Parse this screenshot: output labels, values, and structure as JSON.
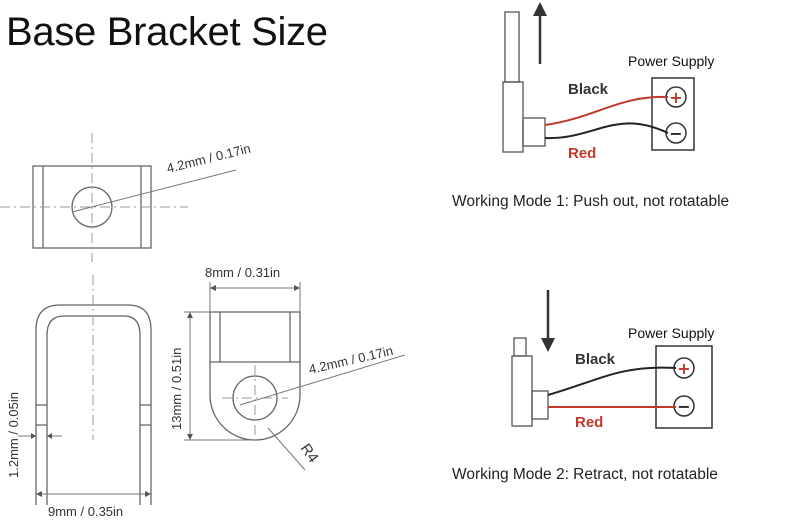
{
  "title": "Base Bracket Size",
  "dimensions": {
    "hole_top": "4.2mm / 0.17in",
    "width_side": "8mm / 0.31in",
    "height_side": "13mm / 0.51in",
    "hole_side": "4.2mm / 0.17in",
    "radius": "R4",
    "thickness": "1.2mm / 0.05in",
    "width_front": "9mm / 0.35in"
  },
  "mode1": {
    "caption": "Working Mode 1: Push out, not rotatable",
    "power_supply": "Power Supply",
    "black_label": "Black",
    "red_label": "Red",
    "plus": "+",
    "minus": "−"
  },
  "mode2": {
    "caption": "Working Mode 2: Retract, not rotatable",
    "power_supply": "Power Supply",
    "black_label": "Black",
    "red_label": "Red",
    "plus": "+",
    "minus": "−"
  },
  "colors": {
    "red_wire": "#c0392b",
    "black_wire": "#222222",
    "line": "#666666",
    "center_line": "#999999"
  }
}
